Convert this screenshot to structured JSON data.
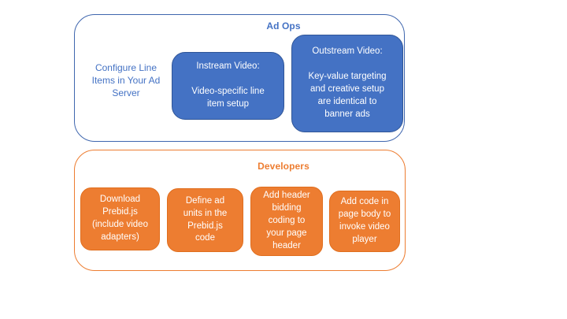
{
  "diagram": {
    "ad_ops": {
      "title": "Ad Ops",
      "side_note": "Configure Line\nItems in Your Ad\nServer",
      "boxes": [
        {
          "name": "instream-video",
          "text": "Instream Video:\n\nVideo-specific line\nitem setup"
        },
        {
          "name": "outstream-video",
          "text": "Outstream Video:\n\nKey-value targeting\nand creative setup\nare identical to\nbanner ads"
        }
      ]
    },
    "developers": {
      "title": "Developers",
      "boxes": [
        {
          "name": "download-prebid",
          "text": "Download\nPrebid.js\n(include video\nadapters)"
        },
        {
          "name": "define-ad-units",
          "text": "Define ad\nunits in the\nPrebid.js\ncode"
        },
        {
          "name": "add-header-bidding",
          "text": "Add header\nbidding\ncoding to\nyour page\nheader"
        },
        {
          "name": "add-page-body-code",
          "text": "Add code in\npage body to\ninvoke video\nplayer"
        }
      ]
    },
    "colors": {
      "blue_fill": "#4472C4",
      "blue_box_border": "#2F5597",
      "blue_outline": "#3F66AE",
      "blue_text": "#4472C4",
      "orange_fill": "#ED7D31",
      "orange_box_border": "#E06E1E",
      "orange_outline": "#ED7D31",
      "orange_text": "#ED7D31",
      "node_text": "#FFFFFF",
      "background": "#FFFFFF"
    }
  }
}
